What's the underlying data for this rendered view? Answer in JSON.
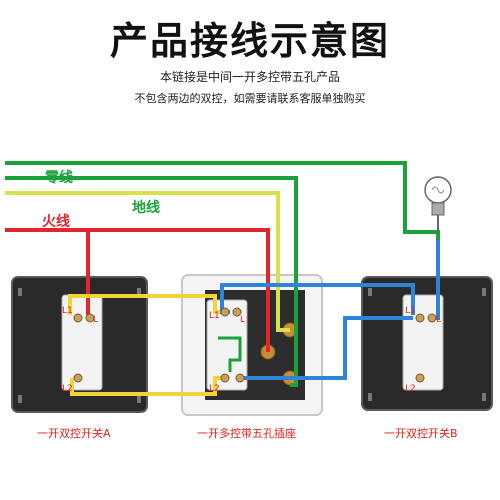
{
  "header": {
    "title": "产品接线示意图",
    "subtitle_1": "本链接是中间一开多控带五孔产品",
    "subtitle_2": "不包含两边的双控，如需要请联系客服单独购买"
  },
  "wire_labels": {
    "neutral": "零线",
    "ground": "地线",
    "live": "火线"
  },
  "terminals": {
    "switch_a": [
      "L1",
      "L",
      "L2"
    ],
    "socket": [
      "L1",
      "L",
      "L2"
    ],
    "switch_b": [
      "L1",
      "L",
      "L2"
    ]
  },
  "captions": {
    "switch_a": "一开双控开关A",
    "socket": "一开多控带五孔插座",
    "switch_b": "一开双控开关B"
  },
  "colors": {
    "live": "#e3262d",
    "neutral": "#1aa23a",
    "ground": "#d7e24a",
    "traveler": "#f2d43a",
    "blue": "#2e84d6"
  }
}
